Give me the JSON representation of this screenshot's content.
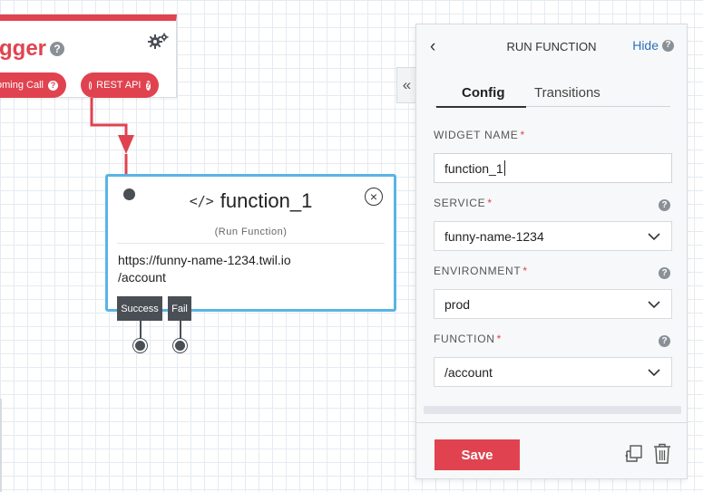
{
  "trigger": {
    "title": "gger",
    "transitions": [
      {
        "label": "coming Call"
      },
      {
        "label": "REST API"
      }
    ]
  },
  "widget": {
    "title": "function_1",
    "subtitle": "(Run Function)",
    "url_line1": "https://funny-name-1234.twil.io",
    "url_line2": "/account",
    "outputs": [
      {
        "label": "Success"
      },
      {
        "label": "Fail"
      }
    ]
  },
  "panel": {
    "title": "RUN FUNCTION",
    "hide_label": "Hide",
    "tabs": [
      {
        "label": "Config",
        "active": true
      },
      {
        "label": "Transitions",
        "active": false
      }
    ],
    "fields": {
      "widget_name": {
        "label": "WIDGET NAME",
        "value": "function_1"
      },
      "service": {
        "label": "SERVICE",
        "value": "funny-name-1234"
      },
      "environment": {
        "label": "ENVIRONMENT",
        "value": "prod"
      },
      "function": {
        "label": "FUNCTION",
        "value": "/account"
      }
    },
    "required_mark": "*",
    "save_label": "Save"
  },
  "colors": {
    "accent_red": "#e0434f",
    "selected_blue": "#59b4e6",
    "link_blue": "#2e6fbb",
    "dark_gray": "#4a4f55"
  },
  "icons": {
    "gear": "gear-icon",
    "help": "help-icon",
    "code": "code-icon",
    "close": "close-circle-icon",
    "collapse": "double-chevron-left-icon",
    "back": "chevron-left-icon",
    "select": "chevron-down-icon",
    "copy": "copy-icon",
    "trash": "trash-icon"
  }
}
